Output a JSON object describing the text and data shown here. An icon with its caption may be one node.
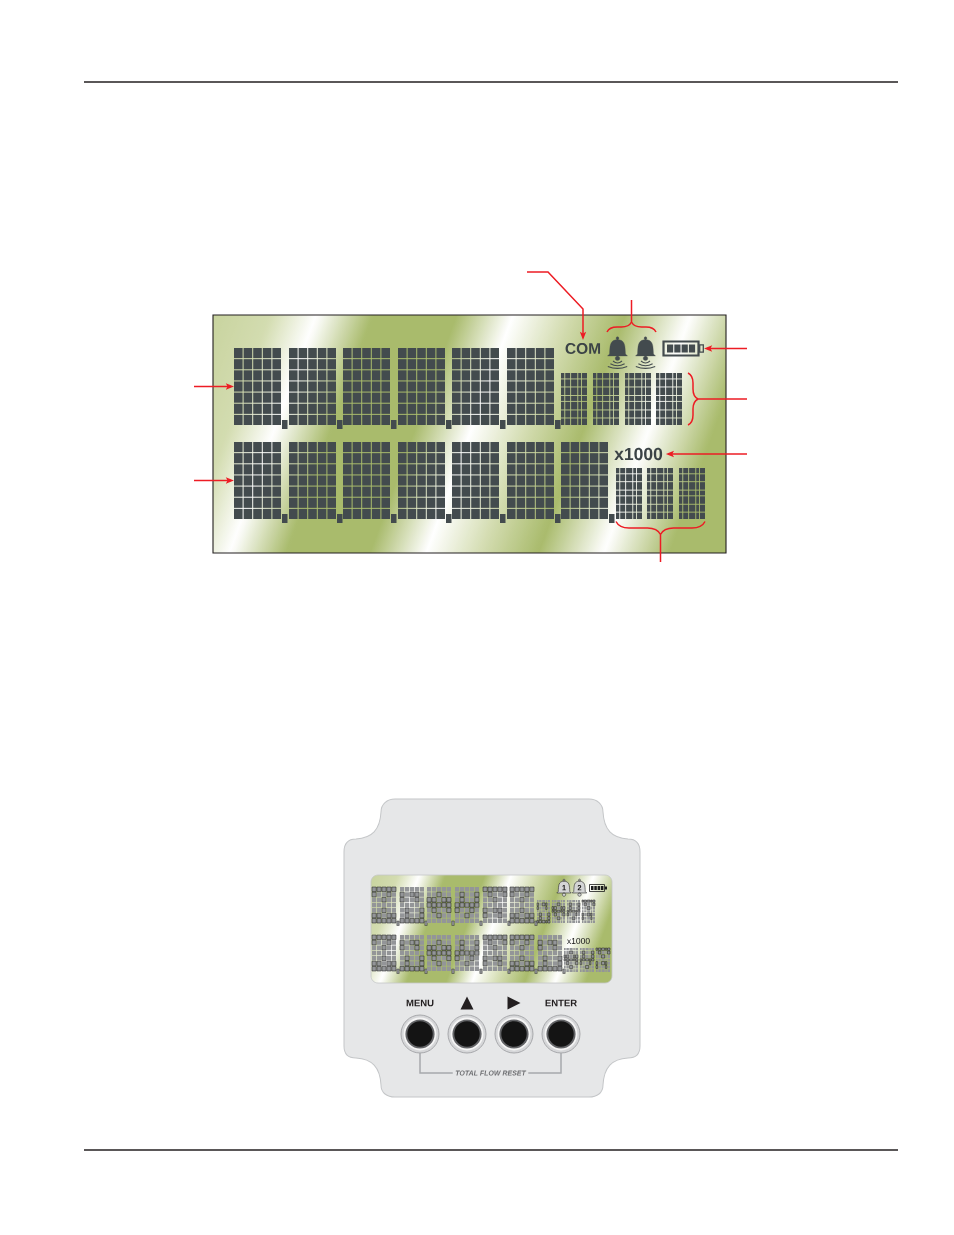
{
  "diagram": {
    "nodes": [
      {
        "text": [],
        "shape": "box"
      },
      {
        "text": [
          "COM"
        ],
        "in": 0
      },
      {
        "text": [],
        "shape": "picture",
        "in": 0
      },
      {
        "text": [],
        "shape": "picture",
        "in": 0
      },
      {
        "text": [],
        "shape": "picture",
        "in": 0
      },
      {
        "text": [],
        "shape": "picture",
        "in": 0
      },
      {
        "text": [],
        "shape": "picture",
        "in": 0
      },
      {
        "text": [
          "x1000"
        ],
        "in": 0
      },
      {
        "text": [],
        "shape": "picture",
        "in": 0
      },
      {
        "text": [],
        "shape": "picture",
        "in": 0
      },
      {
        "text": [],
        "shape": "box"
      },
      {
        "text": [
          "1",
          "2",
          "x1000"
        ],
        "in": 10
      },
      {
        "text": [],
        "shape": "circle",
        "beside": [
          "MENU"
        ],
        "in": 10
      },
      {
        "text": [],
        "shape": "circle",
        "beside": [
          "▲"
        ],
        "in": 10
      },
      {
        "text": [],
        "shape": "circle",
        "beside": [
          "▶"
        ],
        "in": 10
      },
      {
        "text": [],
        "shape": "circle",
        "beside": [
          "ENTER"
        ],
        "in": 10
      }
    ],
    "edges": [
      {
        "from": null,
        "to": 1,
        "arrow": "to"
      },
      {
        "from": null,
        "to": 2,
        "arrow": "none"
      },
      {
        "from": null,
        "to": 3,
        "arrow": "none"
      },
      {
        "from": null,
        "to": 4,
        "arrow": "to"
      },
      {
        "from": null,
        "to": 5,
        "arrow": "to"
      },
      {
        "from": null,
        "to": 6,
        "arrow": "none"
      },
      {
        "from": null,
        "to": 7,
        "arrow": "to"
      },
      {
        "from": null,
        "to": 8,
        "arrow": "to"
      },
      {
        "from": null,
        "to": 9,
        "arrow": "none"
      },
      {
        "from": 12,
        "to": 15,
        "arrow": "none",
        "label": "TOTAL FLOW RESET",
        "color": "#a7a9ac"
      }
    ]
  }
}
